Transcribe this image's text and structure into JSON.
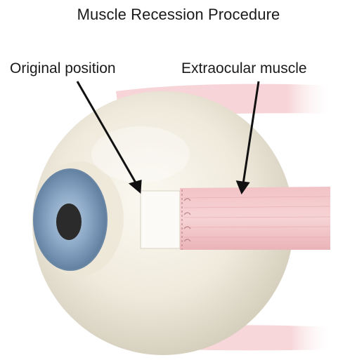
{
  "title": "Muscle Recession Procedure",
  "labels": {
    "original_position": "Original position",
    "extraocular_muscle": "Extraocular muscle"
  },
  "colors": {
    "muscle": "#f4c8ca",
    "muscle_edge": "#e6a7ab",
    "iris": "#7f9dbe",
    "pupil": "#2b2b2b",
    "sclera": "#f3efe4",
    "text": "#1a1a1a"
  }
}
